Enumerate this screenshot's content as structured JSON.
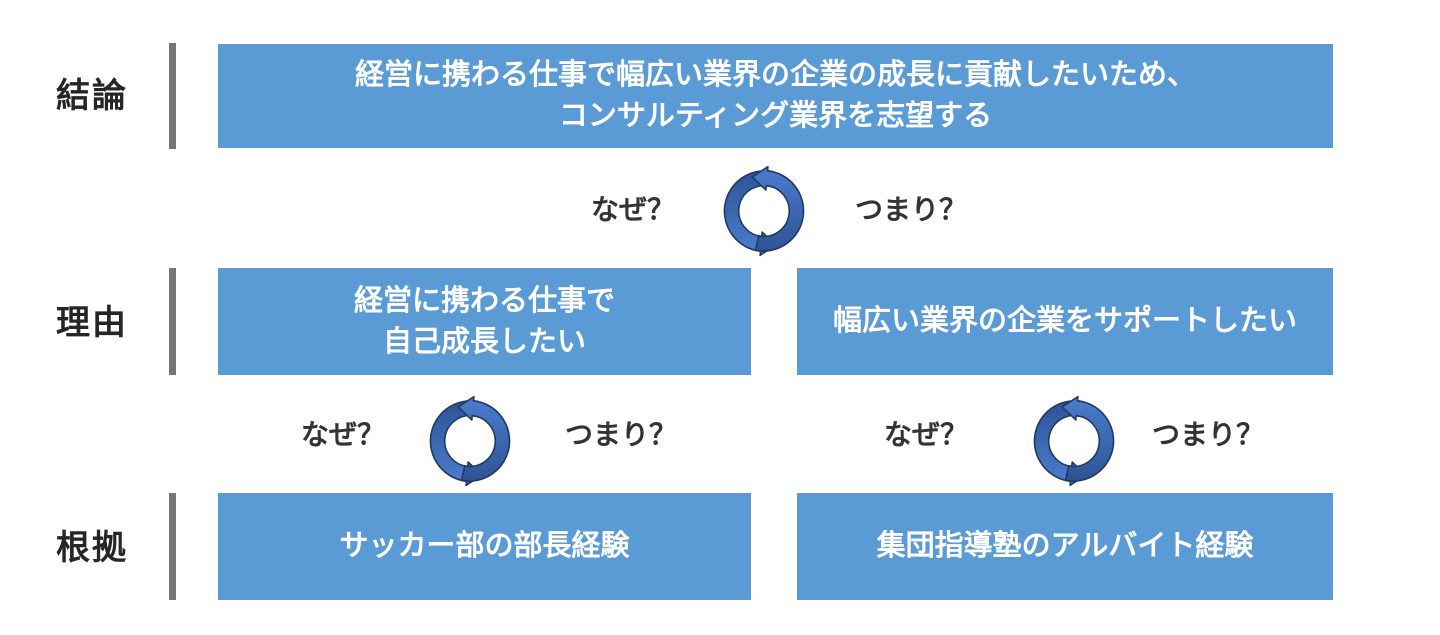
{
  "colors": {
    "box_fill": "#5b9bd5",
    "box_text": "#ffffff",
    "bar": "#767676",
    "label_text": "#262626",
    "connector_text": "#333333",
    "arrow_dark": "#2a4d8c",
    "arrow_light": "#4e82d4",
    "arrow_outline": "#1f3864"
  },
  "rows": {
    "conclusion": {
      "label": "結論",
      "box": {
        "line1": "経営に携わる仕事で幅広い業界の企業の成長に貢献したいため、",
        "line2": "コンサルティング業界を志望する"
      }
    },
    "reason": {
      "label": "理由",
      "left_box": {
        "line1": "経営に携わる仕事で",
        "line2": "自己成長したい"
      },
      "right_box": {
        "line1": "幅広い業界の企業をサポートしたい"
      }
    },
    "evidence": {
      "label": "根拠",
      "left_box": {
        "line1": "サッカー部の部長経験"
      },
      "right_box": {
        "line1": "集団指導塾のアルバイト経験"
      }
    }
  },
  "connectors": {
    "why": "なぜ？",
    "in_other_words": "つまり？"
  }
}
